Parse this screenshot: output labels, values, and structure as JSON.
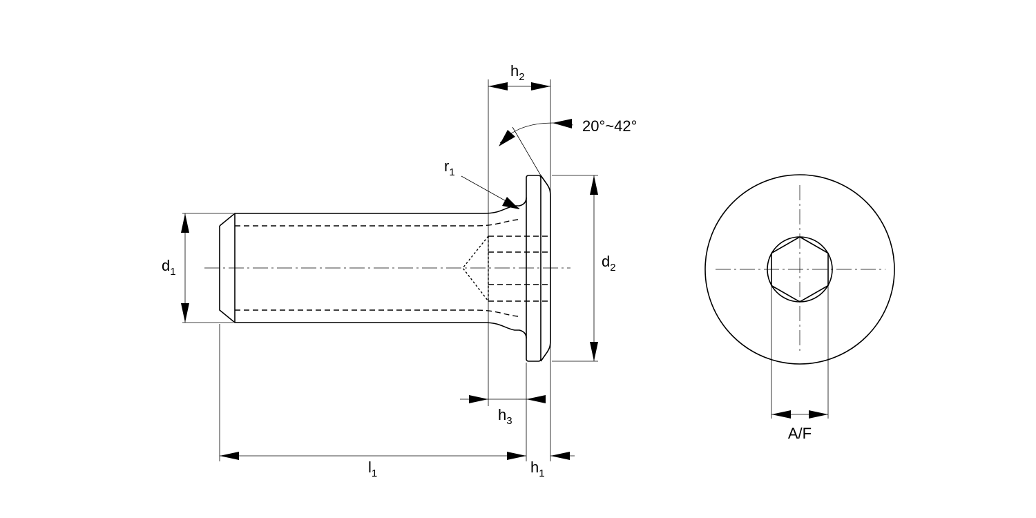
{
  "labels": {
    "h2": {
      "main": "h",
      "sub": "2"
    },
    "angle": "20°~42°",
    "r1": {
      "main": "r",
      "sub": "1"
    },
    "d1": {
      "main": "d",
      "sub": "1"
    },
    "d2": {
      "main": "d",
      "sub": "2"
    },
    "h3": {
      "main": "h",
      "sub": "3"
    },
    "l1": {
      "main": "l",
      "sub": "1"
    },
    "h1": {
      "main": "h",
      "sub": "1"
    },
    "af": "A/F"
  }
}
